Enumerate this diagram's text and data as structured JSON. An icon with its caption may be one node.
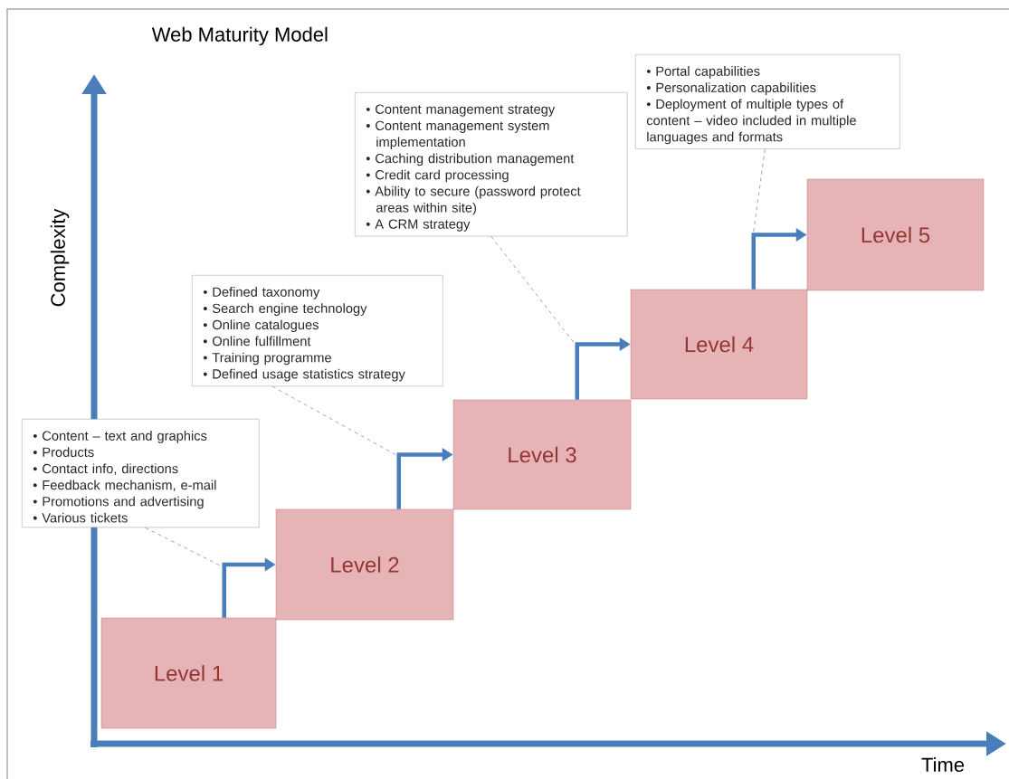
{
  "diagram": {
    "title": "Web Maturity Model",
    "nodes": [
      {
        "text": [
          "Level 1"
        ]
      },
      {
        "text": [
          "Level 2"
        ]
      },
      {
        "text": [
          "Level 3"
        ]
      },
      {
        "text": [
          "Level 4"
        ]
      },
      {
        "text": [
          "Level 5"
        ]
      },
      {
        "text": [
          "• Content – text and graphics",
          "• Products",
          "• Contact info, directions",
          "• Feedback mechanism, e-mail",
          "• Promotions and advertising",
          "• Various tickets"
        ]
      },
      {
        "text": [
          "• Defined taxonomy",
          "• Search engine technology",
          "• Online catalogues",
          "• Online fulfillment",
          "• Training programme",
          "• Defined usage statistics strategy"
        ]
      },
      {
        "text": [
          "• Content management strategy",
          "• Content management system implementation",
          "• Caching distribution management",
          "• Credit card processing",
          "• Ability to secure (password protect areas within site)",
          "• A CRM strategy"
        ]
      },
      {
        "text": [
          "• Portal capabilities",
          "• Personalization capabilities",
          "• Deployment of multiple types of content – video included in multiple languages and formats"
        ]
      }
    ],
    "edges": [
      {
        "from": 0,
        "to": 1,
        "arrow": "to",
        "style": "thick"
      },
      {
        "from": 1,
        "to": 2,
        "arrow": "to",
        "style": "thick"
      },
      {
        "from": 2,
        "to": 3,
        "arrow": "to",
        "style": "thick"
      },
      {
        "from": 3,
        "to": 4,
        "arrow": "to",
        "style": "thick"
      },
      {
        "from": 5,
        "to": null,
        "arrow": "none",
        "style": "dashed",
        "color": "#a6a6a6"
      },
      {
        "from": 6,
        "to": null,
        "arrow": "none",
        "style": "dashed",
        "color": "#a6a6a6"
      },
      {
        "from": 7,
        "to": null,
        "arrow": "none",
        "style": "dashed",
        "color": "#a6a6a6"
      },
      {
        "from": 8,
        "to": null,
        "arrow": "none",
        "style": "dashed",
        "color": "#a6a6a6"
      }
    ],
    "labels": [
      "Complexity",
      "Time"
    ]
  }
}
